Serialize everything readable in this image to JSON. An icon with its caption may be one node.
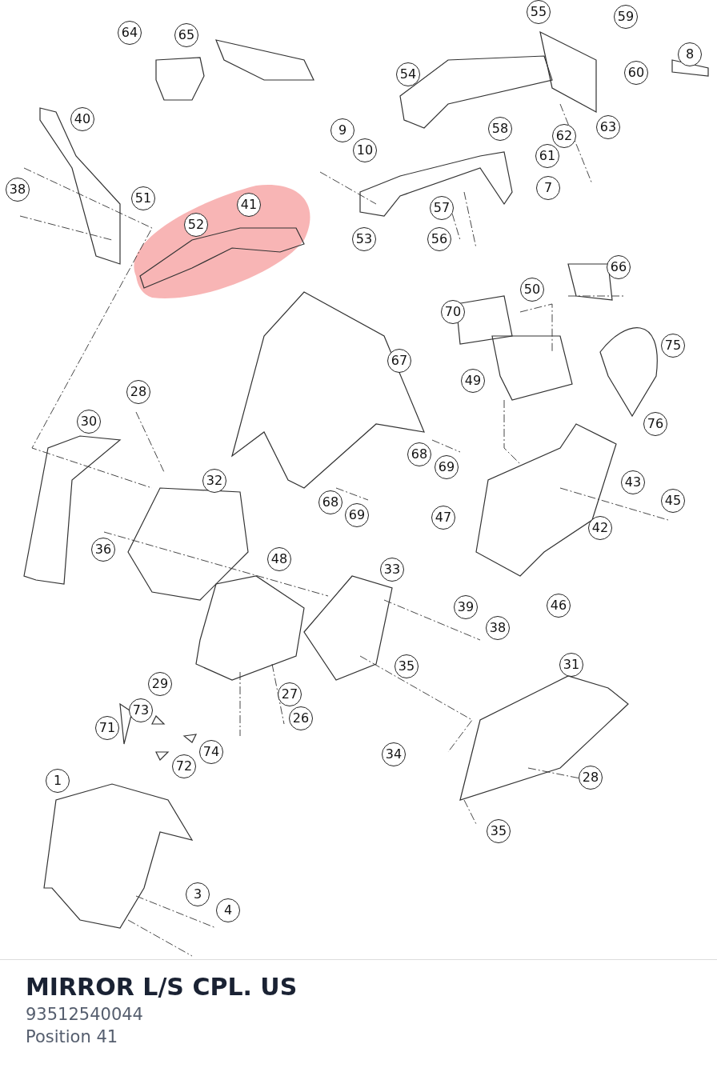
{
  "diagram": {
    "title": "MIRROR L/S CPL. US",
    "labels": [
      "55",
      "59",
      "64",
      "65",
      "8",
      "54",
      "60",
      "40",
      "9",
      "58",
      "63",
      "62",
      "10",
      "61",
      "38",
      "7",
      "51",
      "41",
      "57",
      "52",
      "56",
      "53",
      "66",
      "50",
      "70",
      "75",
      "67",
      "49",
      "28",
      "76",
      "30",
      "68",
      "69",
      "32",
      "43",
      "45",
      "68",
      "69",
      "47",
      "42",
      "36",
      "48",
      "33",
      "46",
      "39",
      "38",
      "35",
      "31",
      "29",
      "27",
      "73",
      "26",
      "71",
      "74",
      "34",
      "72",
      "28",
      "1",
      "35",
      "3",
      "4",
      "93512540044",
      "Position 41"
    ]
  }
}
